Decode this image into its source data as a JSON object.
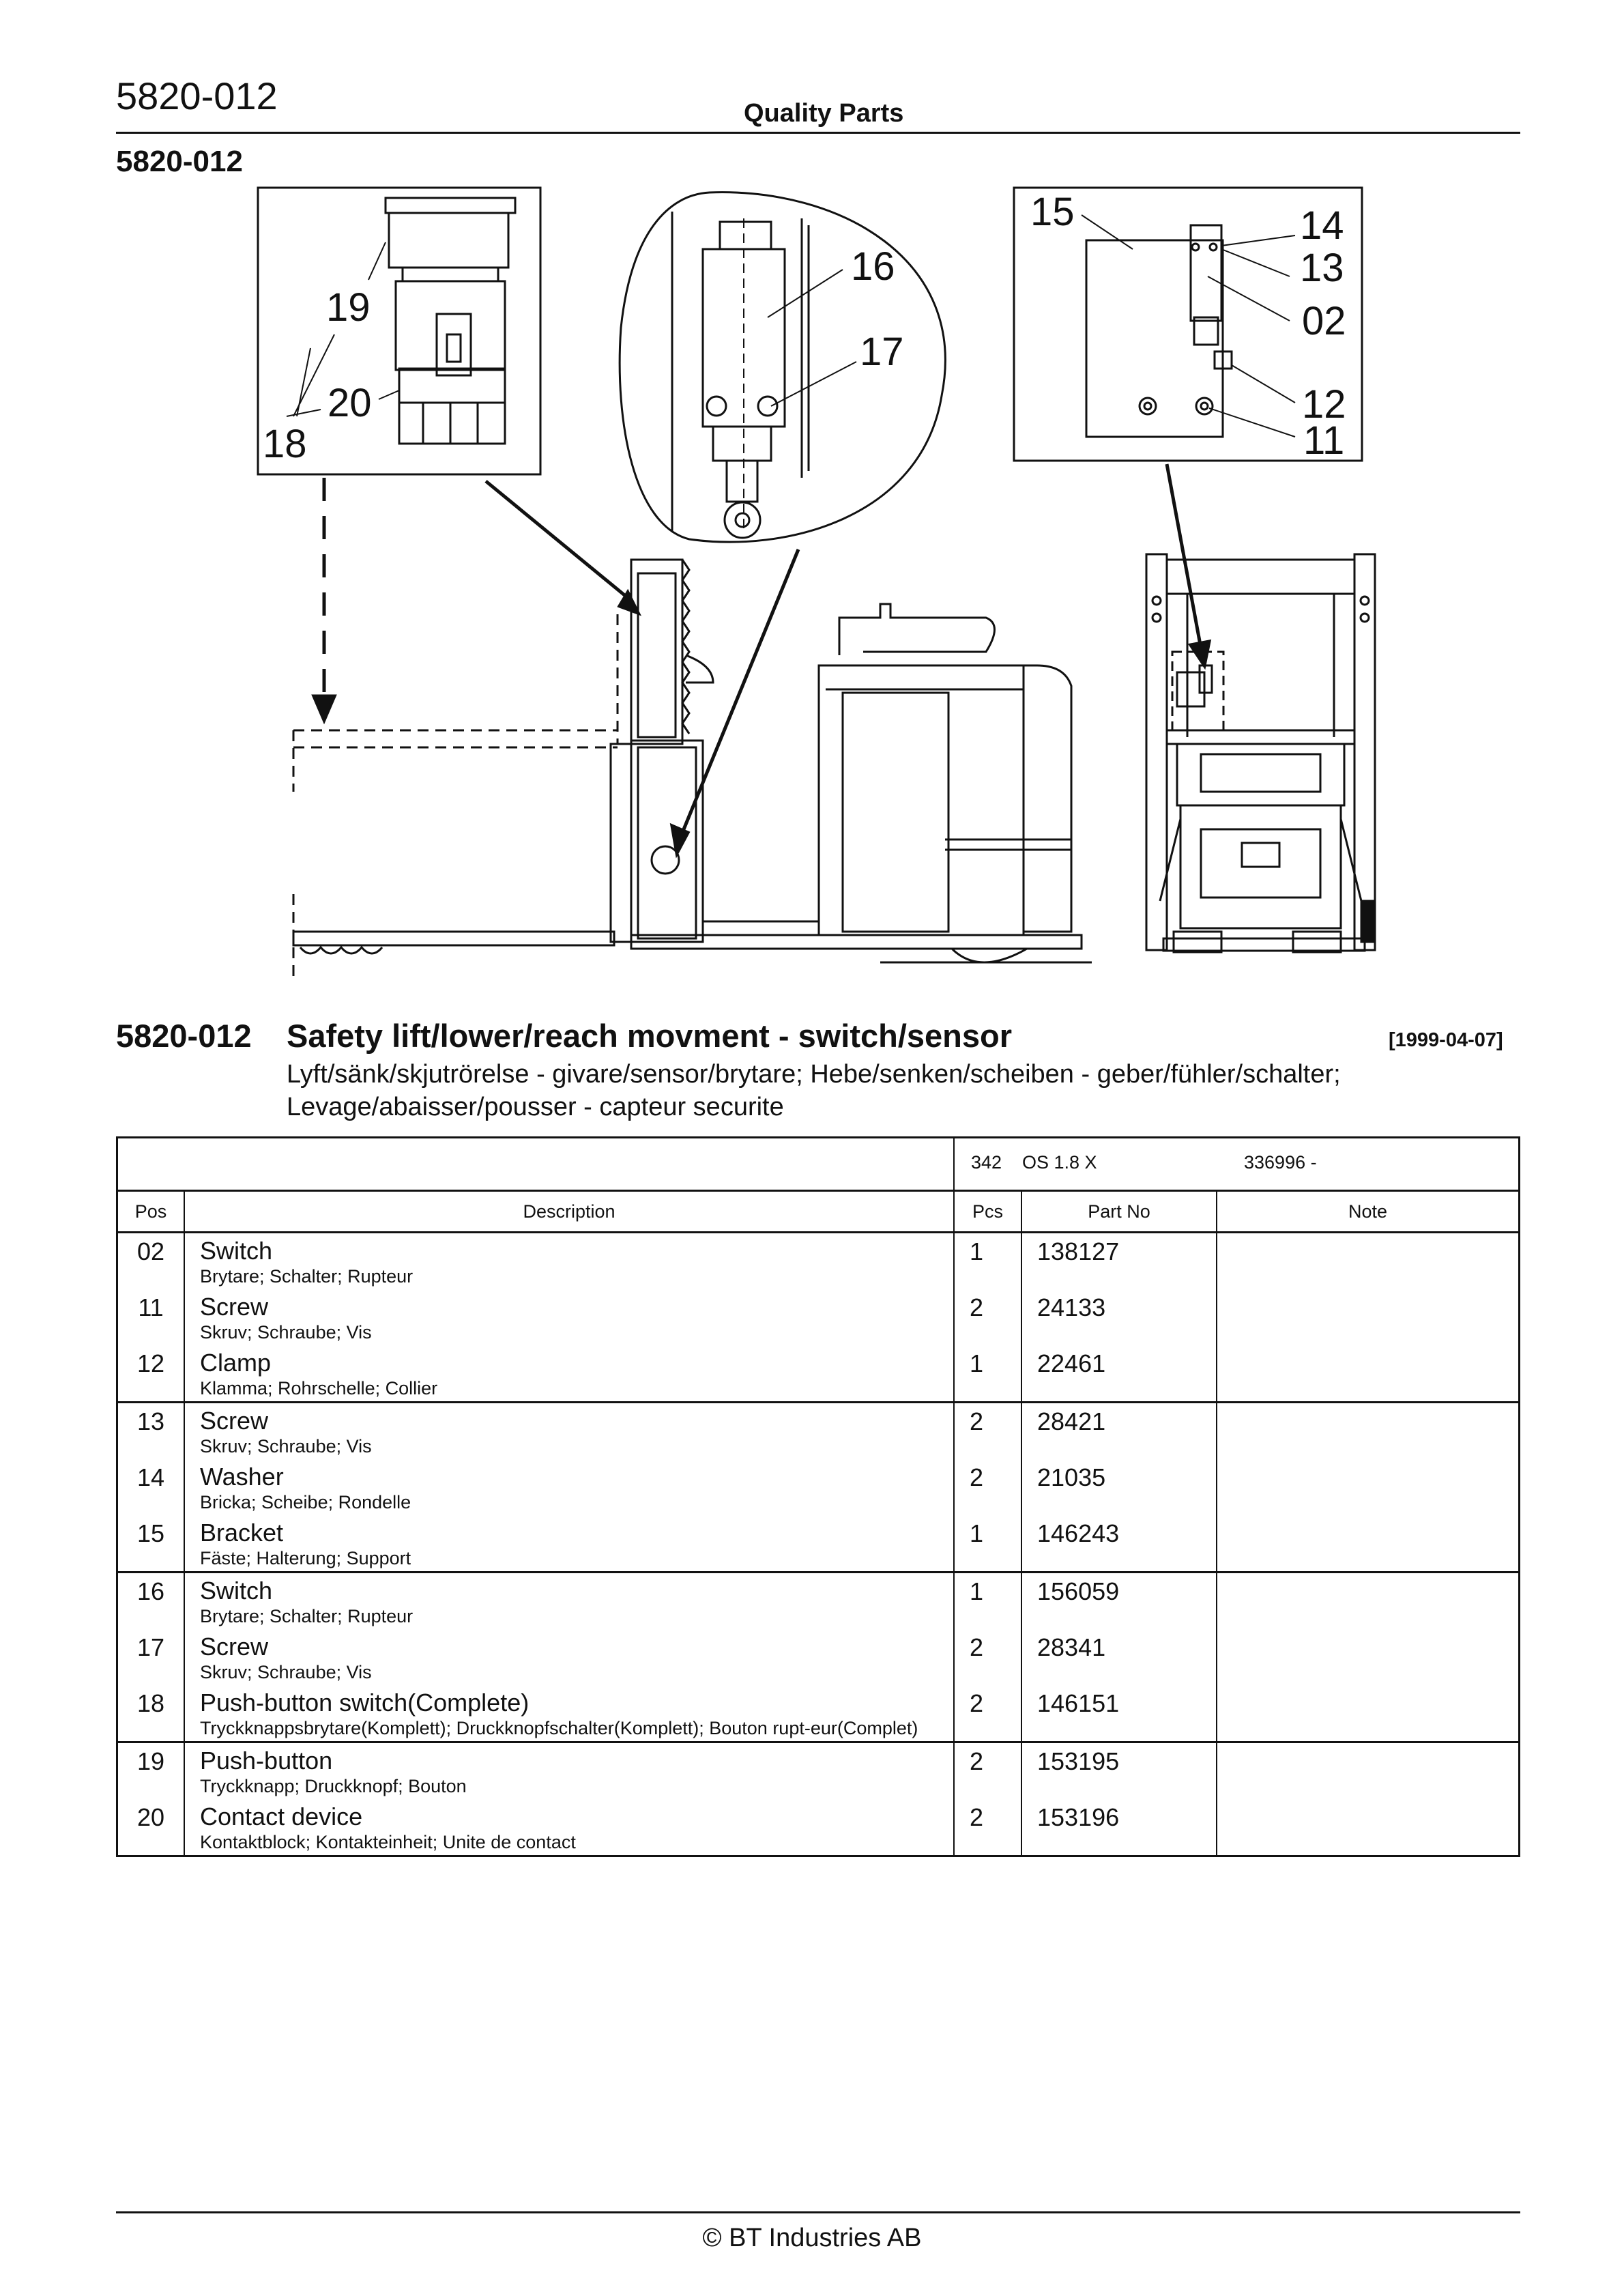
{
  "header": {
    "doc_number": "5820-012",
    "title": "Quality Parts",
    "section_code": "5820-012"
  },
  "callouts": {
    "c19": "19",
    "c20": "20",
    "c18": "18",
    "c16": "16",
    "c17": "17",
    "c15": "15",
    "c14": "14",
    "c13": "13",
    "c02": "02",
    "c12": "12",
    "c11": "11"
  },
  "heading": {
    "code": "5820-012",
    "title": "Safety lift/lower/reach movment - switch/sensor",
    "date": "[1999-04-07]",
    "translations": "Lyft/sänk/skjutrörelse - givare/sensor/brytare; Hebe/senken/scheiben - geber/fühler/schalter; Levage/abaisser/pousser - capteur securite"
  },
  "model": {
    "code": "342",
    "name": "OS 1.8 X",
    "serial": "336996 -"
  },
  "table": {
    "headers": {
      "pos": "Pos",
      "description": "Description",
      "pcs": "Pcs",
      "part_no": "Part No",
      "note": "Note"
    },
    "rows": [
      {
        "pos": "02",
        "name": "Switch",
        "trans": "Brytare; Schalter; Rupteur",
        "pcs": "1",
        "part_no": "138127",
        "note": ""
      },
      {
        "pos": "11",
        "name": "Screw",
        "trans": "Skruv; Schraube; Vis",
        "pcs": "2",
        "part_no": "24133",
        "note": ""
      },
      {
        "pos": "12",
        "name": "Clamp",
        "trans": "Klamma; Rohrschelle; Collier",
        "pcs": "1",
        "part_no": "22461",
        "note": ""
      },
      {
        "pos": "13",
        "name": "Screw",
        "trans": "Skruv; Schraube; Vis",
        "pcs": "2",
        "part_no": "28421",
        "note": ""
      },
      {
        "pos": "14",
        "name": "Washer",
        "trans": "Bricka; Scheibe; Rondelle",
        "pcs": "2",
        "part_no": "21035",
        "note": ""
      },
      {
        "pos": "15",
        "name": "Bracket",
        "trans": "Fäste; Halterung; Support",
        "pcs": "1",
        "part_no": "146243",
        "note": ""
      },
      {
        "pos": "16",
        "name": "Switch",
        "trans": "Brytare; Schalter; Rupteur",
        "pcs": "1",
        "part_no": "156059",
        "note": ""
      },
      {
        "pos": "17",
        "name": "Screw",
        "trans": "Skruv; Schraube; Vis",
        "pcs": "2",
        "part_no": "28341",
        "note": ""
      },
      {
        "pos": "18",
        "name": "Push-button switch(Complete)",
        "trans": "Tryckknappsbrytare(Komplett); Druckknopfschalter(Komplett); Bouton rupt-eur(Complet)",
        "pcs": "2",
        "part_no": "146151",
        "note": ""
      },
      {
        "pos": "19",
        "name": "Push-button",
        "trans": "Tryckknapp; Druckknopf; Bouton",
        "pcs": "2",
        "part_no": "153195",
        "note": ""
      },
      {
        "pos": "20",
        "name": "Contact device",
        "trans": "Kontaktblock; Kontakteinheit; Unite de contact",
        "pcs": "2",
        "part_no": "153196",
        "note": ""
      }
    ]
  },
  "footer": {
    "text": "© BT Industries AB"
  }
}
